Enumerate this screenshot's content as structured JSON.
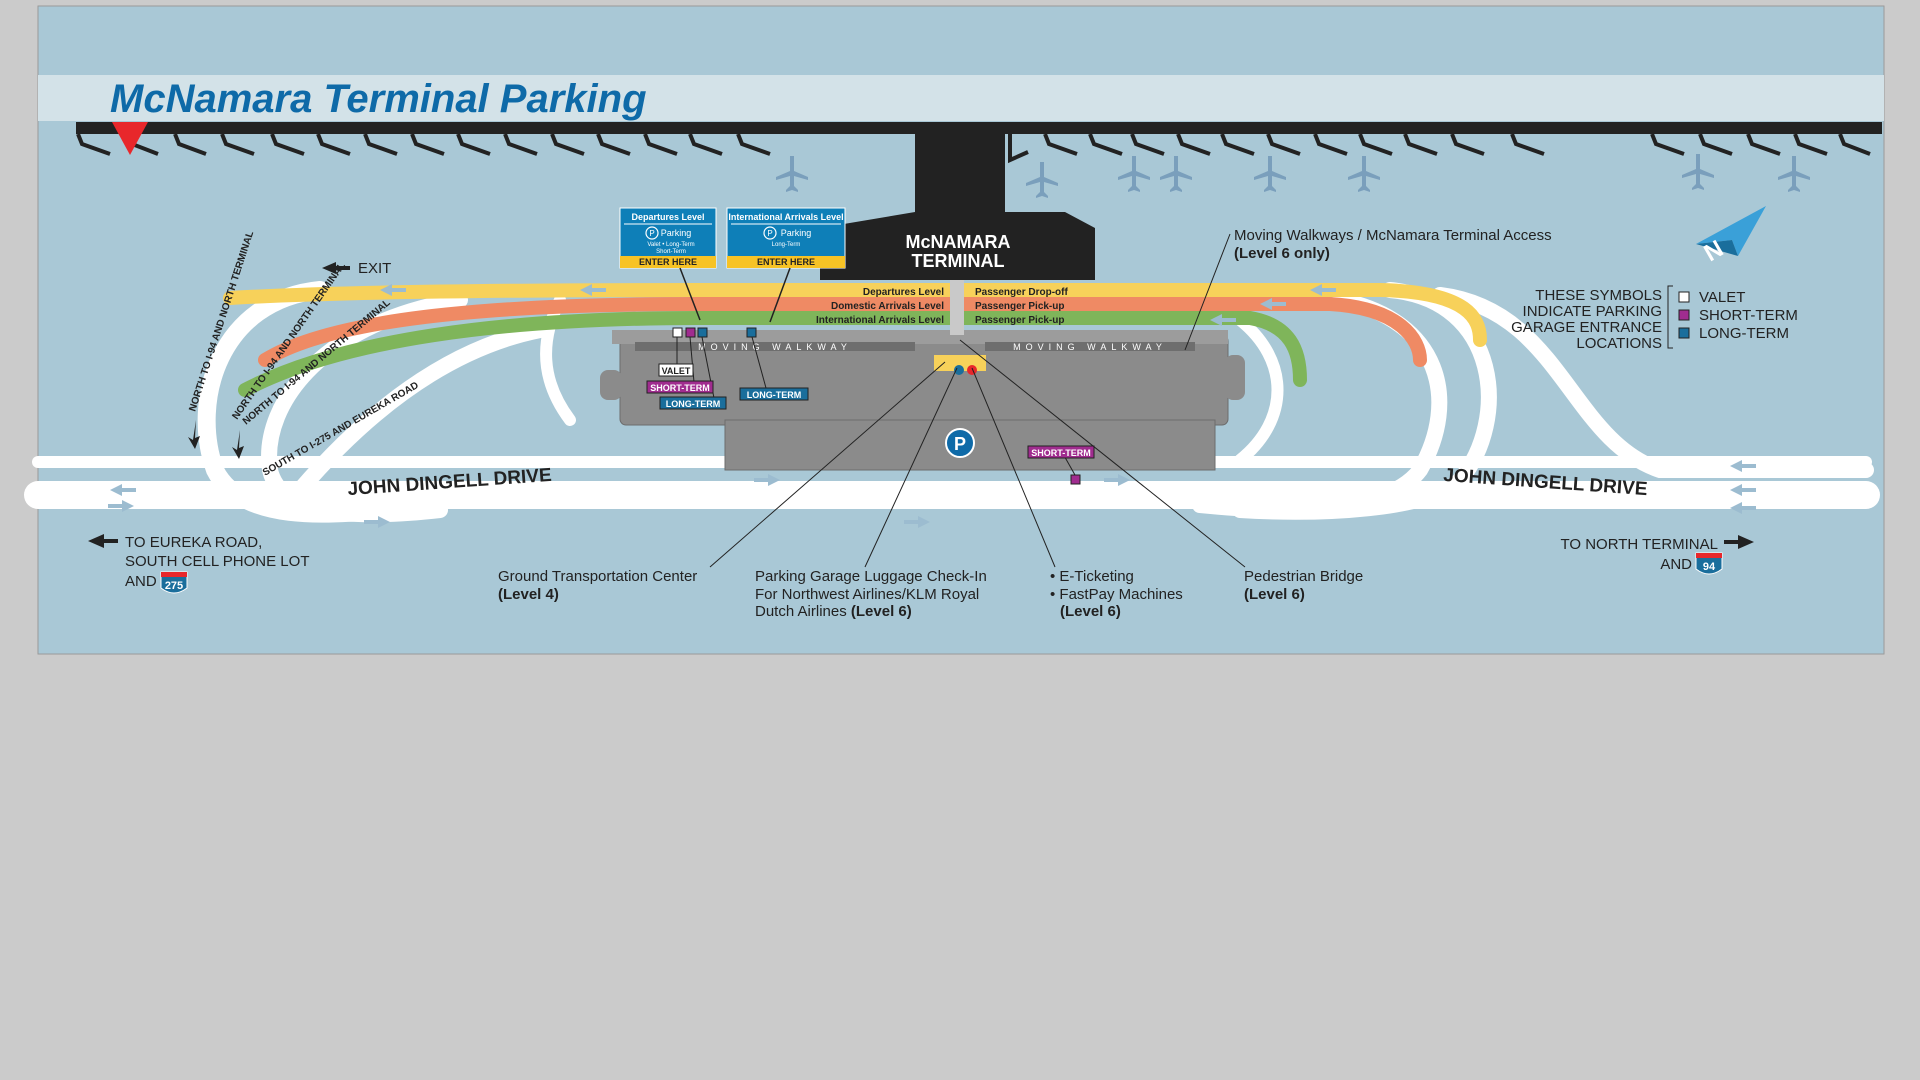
{
  "title": "McNamara Terminal Parking",
  "terminal": {
    "line1": "McNAMARA",
    "line2": "TERMINAL"
  },
  "exit_label": "EXIT",
  "signs": [
    {
      "header": "Departures Level",
      "parking": "Parking",
      "sub1": "Valet • Long-Term",
      "sub2": "Short-Term",
      "enter": "ENTER HERE"
    },
    {
      "header": "International Arrivals Level",
      "parking": "Parking",
      "sub1": "Long-Term",
      "sub2": "",
      "enter": "ENTER HERE"
    }
  ],
  "levels": {
    "left": [
      "Departures Level",
      "Domestic Arrivals Level",
      "International Arrivals Level"
    ],
    "right": [
      "Passenger Drop-off",
      "Passenger Pick-up",
      "Passenger Pick-up"
    ]
  },
  "walkway_label": "MOVING WALKWAY",
  "garage_symbol": "P",
  "entrance_tags": {
    "valet": "VALET",
    "short_term": "SHORT-TERM",
    "long_term": "LONG-TERM"
  },
  "roads": {
    "main": "JOHN DINGELL DRIVE",
    "ramp1": "NORTH TO I-94 AND NORTH TERMINAL",
    "ramp2": "NORTH TO I-94 AND NORTH TERMINAL",
    "ramp3": "NORTH TO I-94 AND NORTH TERMINAL",
    "ramp4": "SOUTH TO I-275 AND EUREKA ROAD"
  },
  "callouts": {
    "moving_walkways": {
      "line1": "Moving Walkways / McNamara Terminal Access",
      "line2": "(Level 6 only)"
    },
    "ground_transport": {
      "line1": "Ground Transportation Center",
      "line2": "(Level 4)"
    },
    "luggage": {
      "line1": "Parking Garage Luggage Check-In",
      "line2": "For Northwest Airlines/KLM Royal",
      "line3": "Dutch Airlines",
      "line3b": "(Level 6)"
    },
    "eticket": {
      "line1": "• E-Ticketing",
      "line2": "• FastPay Machines",
      "line3": "(Level 6)"
    },
    "pedestrian": {
      "line1": "Pedestrian Bridge",
      "line2": "(Level 6)"
    }
  },
  "legend": {
    "caption": [
      "THESE SYMBOLS",
      "INDICATE PARKING",
      "GARAGE ENTRANCE",
      "LOCATIONS"
    ],
    "items": [
      {
        "label": "VALET",
        "color": "#ffffff"
      },
      {
        "label": "SHORT-TERM",
        "color": "#a02c8f"
      },
      {
        "label": "LONG-TERM",
        "color": "#1a6e9c"
      }
    ]
  },
  "directions": {
    "west": {
      "line1": "TO EUREKA ROAD,",
      "line2": "SOUTH CELL PHONE LOT",
      "line3": "AND",
      "shield": "275"
    },
    "east": {
      "line1": "TO NORTH TERMINAL",
      "line2": "AND",
      "shield": "94"
    }
  },
  "compass_label": "N",
  "colors": {
    "background": "#a9c8d6",
    "title_bar": "#d3e2e8",
    "title": "#0e6aa8",
    "departures": "#f7d15a",
    "domestic": "#ef8a64",
    "international": "#7fb55a",
    "garage": "#8b8b8b",
    "sign": "#0e7fb8",
    "short_term": "#a02c8f",
    "long_term": "#1a6e9c"
  }
}
